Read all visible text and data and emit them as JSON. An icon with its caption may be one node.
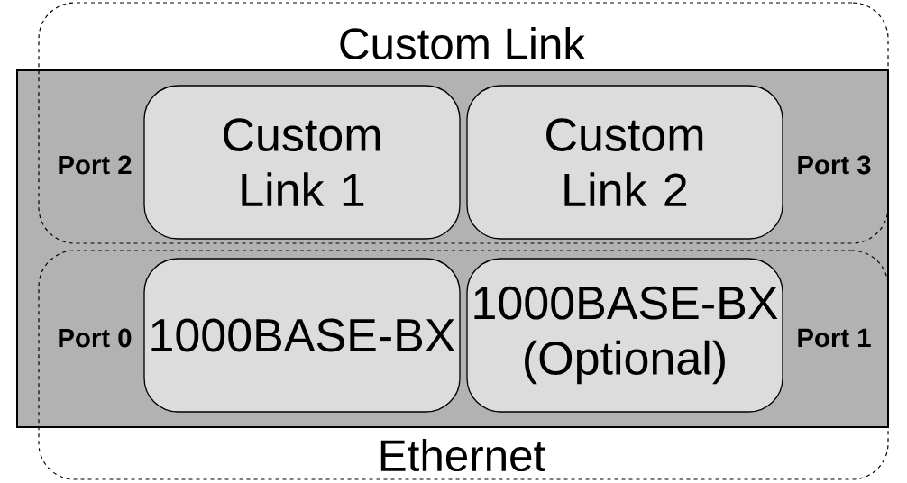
{
  "diagram": {
    "nodes": [
      {
        "text": [],
        "shape": "box"
      },
      {
        "text": [
          "Custom Link"
        ]
      },
      {
        "text": [
          "Ethernet"
        ]
      },
      {
        "text": [
          "Custom Link 1"
        ]
      },
      {
        "text": [
          "Custom Link 2"
        ]
      },
      {
        "text": [
          "1000BASE-BX"
        ]
      },
      {
        "text": [
          "1000BASE-BX (Optional)"
        ]
      }
    ],
    "labels": [
      "Port 2",
      "Port 3",
      "Port 0",
      "Port 1"
    ]
  }
}
